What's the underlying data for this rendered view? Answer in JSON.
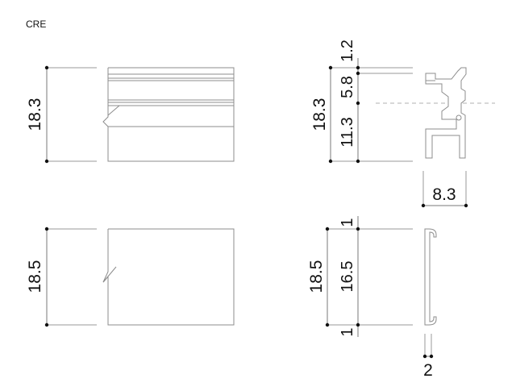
{
  "product_code": "CRE",
  "views": {
    "top_left": {
      "height_label": "18.3"
    },
    "top_right": {
      "total_label": "18.3",
      "segment_labels": [
        "1.2",
        "5.8",
        "11.3"
      ],
      "width_label": "8.3"
    },
    "bottom_left": {
      "height_label": "18.5"
    },
    "bottom_right": {
      "total_label": "18.5",
      "segment_labels": [
        "1",
        "16.5",
        "1"
      ],
      "width_label": "2"
    }
  }
}
